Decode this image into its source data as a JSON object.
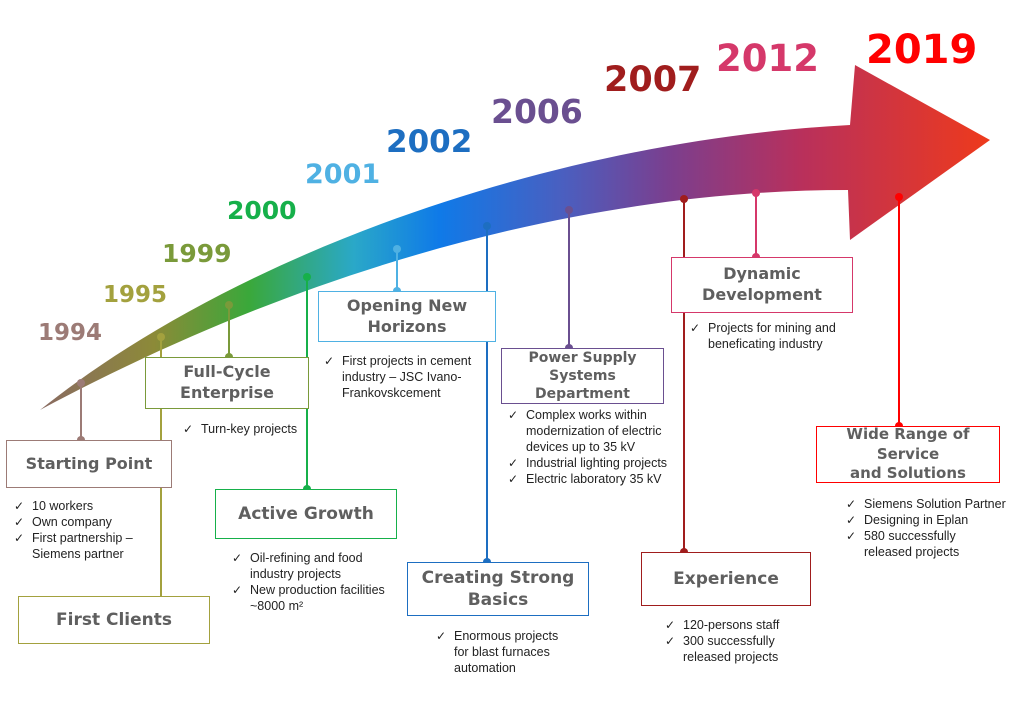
{
  "colors": {
    "c1994": "#9c7b76",
    "c1995": "#a3a13e",
    "c1999": "#7a9a3a",
    "c2000": "#16b04a",
    "c2001": "#4fb1e3",
    "c2002": "#1d6ec1",
    "c2006": "#6a4f90",
    "c2007": "#a01d1d",
    "c2012": "#d5386a",
    "c2019": "#ff0000"
  },
  "milestones": [
    {
      "year": "1994",
      "title_lines": [
        "Starting Point"
      ],
      "items": [
        "10 workers",
        "Own company",
        "First partnership – Siemens partner"
      ]
    },
    {
      "year": "1995",
      "title_lines": [
        "First Clients"
      ],
      "items": []
    },
    {
      "year": "1999",
      "title_lines": [
        "Full-Cycle",
        "Enterprise"
      ],
      "items": [
        "Turn-key projects"
      ]
    },
    {
      "year": "2000",
      "title_lines": [
        "Active Growth"
      ],
      "items": [
        "Oil-refining and food industry projects",
        "New production facilities ~8000 m²"
      ]
    },
    {
      "year": "2001",
      "title_lines": [
        "Opening New",
        "Horizons"
      ],
      "items": [
        "First projects in cement industry – JSC Ivano-Frankovskcement"
      ]
    },
    {
      "year": "2002",
      "title_lines": [
        "Creating Strong",
        "Basics"
      ],
      "items": [
        "Enormous projects for blast furnaces automation"
      ]
    },
    {
      "year": "2006",
      "title_lines": [
        "Power Supply",
        "Systems Department"
      ],
      "items": [
        "Complex works within modernization of electric devices up to 35 kV",
        "Industrial lighting projects",
        "Electric laboratory 35 kV"
      ]
    },
    {
      "year": "2007",
      "title_lines": [
        "Experience"
      ],
      "items": [
        "120-persons staff",
        "300 successfully released projects"
      ]
    },
    {
      "year": "2012",
      "title_lines": [
        "Dynamic",
        "Development"
      ],
      "items": [
        "Projects for mining and beneficating industry"
      ]
    },
    {
      "year": "2019",
      "title_lines": [
        "Wide Range of Service",
        "and Solutions"
      ],
      "items": [
        "Siemens Solution Partner",
        "Designing in Eplan",
        "580 successfully released projects"
      ]
    }
  ]
}
